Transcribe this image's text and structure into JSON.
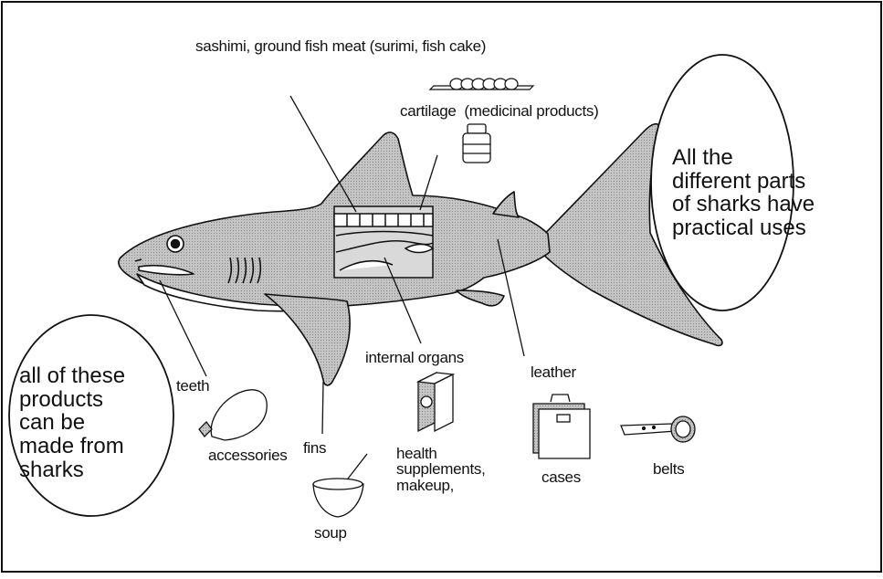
{
  "labels": {
    "sashimi": "sashimi, ground fish meat (surimi, fish cake)",
    "cartilage": "cartilage  (medicinal products)",
    "internal_organs": "internal organs",
    "leather": "leather",
    "teeth": "teeth",
    "accessories": "accessories",
    "fins": "fins",
    "soup": "soup",
    "health": "health\nsupplements,\nmakeup,",
    "cases": "cases",
    "belts": "belts"
  },
  "bubbles": {
    "right": "All the\ndifferent parts\nof sharks have\npractical uses",
    "left": "all of these\nproducts\ncan be\nmade from\nsharks"
  },
  "icons": [
    "fish-slices-icon",
    "medicine-jar-icon",
    "pendant-icon",
    "soup-bowl-icon",
    "supplement-box-icon",
    "briefcase-icon",
    "belt-icon"
  ],
  "colors": {
    "line": "#111111",
    "shark_fill": "#b3b3b3",
    "belly_fill": "#ffffff",
    "cut_fill": "#dcdcdc"
  }
}
